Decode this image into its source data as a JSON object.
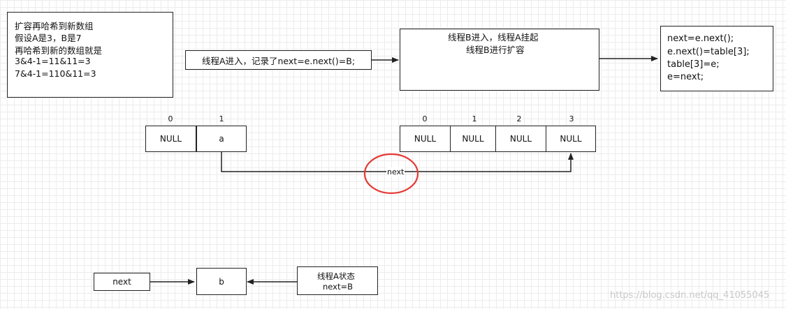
{
  "note_box": {
    "lines": [
      "扩容再哈希到新数组",
      "假设A是3，B是7",
      "再哈希到新的数组就是",
      "3&4-1=11&11=3",
      "7&4-1=110&11=3"
    ]
  },
  "thread_a_box": {
    "text": "线程A进入，记录了next=e.next()=B;"
  },
  "thread_b_box": {
    "line1": "线程B进入，线程A挂起",
    "line2": "线程B进行扩容"
  },
  "code_box": {
    "lines": [
      "next=e.next();",
      "e.next()=table[3];",
      "table[3]=e;",
      "e=next;"
    ],
    "arrow_color": "#e53935"
  },
  "old_table": {
    "indices": [
      "0",
      "1"
    ],
    "cells": [
      "NULL",
      "a"
    ]
  },
  "new_table": {
    "indices": [
      "0",
      "1",
      "2",
      "3"
    ],
    "cells": [
      "NULL",
      "NULL",
      "NULL",
      "NULL"
    ]
  },
  "link_label": "next",
  "highlight_color": "#e53935",
  "bottom": {
    "next_label": "next",
    "b_label": "b",
    "state_line1": "线程A状态",
    "state_line2": "next=B"
  },
  "watermark": "https://blog.csdn.net/qq_41055045"
}
